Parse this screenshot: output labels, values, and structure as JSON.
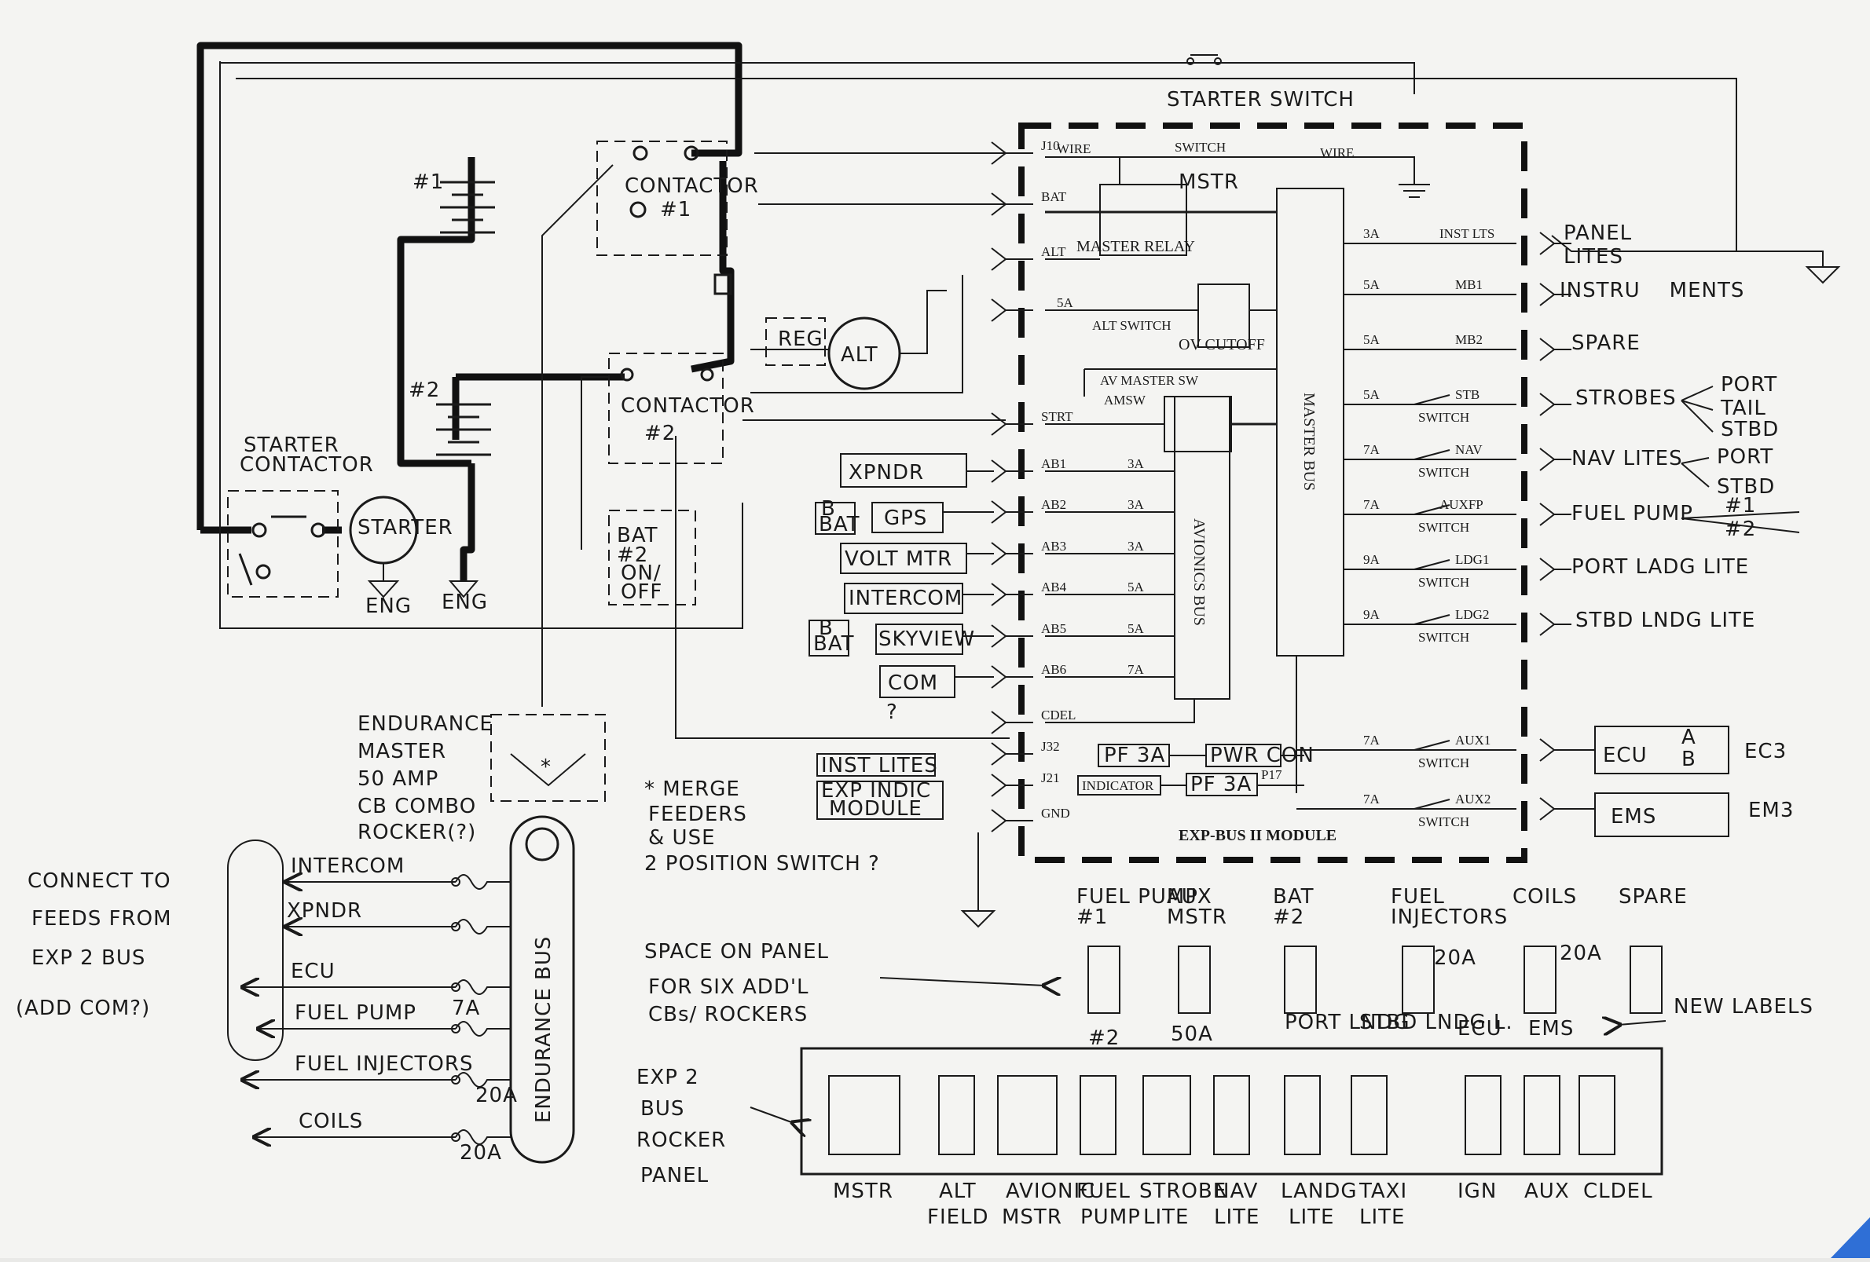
{
  "top": {
    "starter_switch": "STARTER SWITCH"
  },
  "left_circuit": {
    "battery1": "#1",
    "battery2": "#2",
    "contactor1": [
      "CONTACTOR",
      "#1"
    ],
    "contactor2": [
      "CONTACTOR",
      "#2"
    ],
    "reg": "REG",
    "alt": "ALT",
    "starter_contactor": [
      "STARTER",
      "CONTACTOR"
    ],
    "starter": "STARTER",
    "eng1": "ENG",
    "eng2": "ENG",
    "bat2_switch": [
      "BAT",
      "#2",
      "ON/",
      "OFF"
    ]
  },
  "module": {
    "title": "EXP-BUS II MODULE",
    "master_bus": "MASTER BUS",
    "avionics_bus": "AVIONICS BUS",
    "master_relay": "MASTER RELAY",
    "ov_cutoff": "OV CUTOFF",
    "wire": "WIRE",
    "switch": "SWITCH",
    "mstr": "MSTR",
    "alt_switch": "ALT SWITCH",
    "av_master_sw": "AV MASTER SW",
    "amsw": "AMSW",
    "left_pins": [
      "J10",
      "BAT",
      "ALT",
      "5A",
      "STRT",
      "AB1",
      "AB2",
      "AB3",
      "AB4",
      "AB5",
      "AB6",
      "CDEL",
      "J32",
      "J21",
      "GND"
    ],
    "av_amps": [
      "3A",
      "3A",
      "3A",
      "5A",
      "5A",
      "7A"
    ],
    "right_rows": [
      {
        "amp": "3A",
        "label": "INST LTS",
        "switch": ""
      },
      {
        "amp": "5A",
        "label": "MB1",
        "switch": ""
      },
      {
        "amp": "5A",
        "label": "MB2",
        "switch": ""
      },
      {
        "amp": "5A",
        "label": "STB",
        "switch": "SWITCH"
      },
      {
        "amp": "7A",
        "label": "NAV",
        "switch": "SWITCH"
      },
      {
        "amp": "7A",
        "label": "AUXFP",
        "switch": "SWITCH"
      },
      {
        "amp": "9A",
        "label": "LDG1",
        "switch": "SWITCH"
      },
      {
        "amp": "9A",
        "label": "LDG2",
        "switch": "SWITCH"
      },
      {
        "amp": "7A",
        "label": "AUX1",
        "switch": "SWITCH"
      },
      {
        "amp": "7A",
        "label": "AUX2",
        "switch": "SWITCH"
      }
    ],
    "pf1": "PF 3A",
    "pf2": "PF 3A",
    "pwr_con": "PWR CON",
    "indicator": "INDICATOR",
    "p17": "P17"
  },
  "outputs": {
    "panel_lites": [
      "PANEL",
      "LITES"
    ],
    "instruments": "INSTRU    MENTS",
    "spare": "SPARE",
    "strobes": "STROBES",
    "strobe_opts": [
      "PORT",
      "TAIL",
      "STBD"
    ],
    "nav_lites": "NAV LITES",
    "nav_opts": [
      "PORT",
      "STBD"
    ],
    "fuel_pump": "FUEL PUMP",
    "fuel_opts": [
      "#1",
      "#2"
    ],
    "port_ldg": "PORT LADG LITE",
    "stbd_ldg": "STBD LNDG LITE",
    "ecu": "ECU",
    "ecu_ab": [
      "A",
      "B"
    ],
    "ec3": "EC3",
    "ems": "EMS",
    "em3": "EM3"
  },
  "avionics_devices": {
    "xpndr": "XPNDR",
    "b_bat1": [
      "B",
      "BAT"
    ],
    "gps": "GPS",
    "volt_mtr": "VOLT MTR",
    "intercom": "INTERCOM",
    "b_bat2": [
      "B",
      "BAT"
    ],
    "skyview": "SKYVIEW",
    "com": "COM",
    "question": "?",
    "inst_lites": "INST LITES",
    "exp_indic": [
      "EXP INDIC",
      "MODULE"
    ]
  },
  "endurance": {
    "master_note": [
      "ENDURANCE",
      "MASTER",
      "50 AMP",
      "CB COMBO",
      "ROCKER(?)"
    ],
    "merge_note": [
      "* MERGE",
      "FEEDERS",
      "& USE",
      "2 POSITION SWITCH ?"
    ],
    "bus_label": "ENDURANCE BUS",
    "feeds": [
      "INTERCOM",
      "XPNDR",
      "ECU",
      "FUEL PUMP",
      "FUEL INJECTORS",
      "COILS"
    ],
    "feed_amps": [
      "",
      "",
      "",
      "7A",
      "20A",
      "20A"
    ],
    "connect_note": [
      "CONNECT TO",
      "FEEDS FROM",
      "EXP 2 BUS",
      "(ADD COM?)"
    ]
  },
  "panel": {
    "space_note": [
      "SPACE ON PANEL",
      "FOR SIX ADD'L",
      "CBs/ ROCKERS"
    ],
    "new_cbs": [
      "FUEL PUMP #1",
      "AUX MSTR",
      "BAT #2",
      "FUEL INJECTORS",
      "COILS",
      "SPARE"
    ],
    "cb_amps": [
      "20A",
      "20A"
    ],
    "cb_below": [
      "#2",
      "50A"
    ],
    "new_labels_row": [
      "PORT LNDG",
      "STBD LNDG L.",
      "ECU",
      "EMS"
    ],
    "new_labels_note": "NEW LABELS",
    "exp2_label": [
      "EXP 2",
      "BUS",
      "ROCKER",
      "PANEL"
    ],
    "rocker_labels_top": [
      "MSTR",
      "ALT",
      "AVIONIC",
      "FUEL",
      "STROBE",
      "NAV",
      "LANDG",
      "TAXI",
      "IGN",
      "AUX",
      "CLDEL"
    ],
    "rocker_labels_bottom": [
      "FIELD",
      "MSTR",
      "PUMP",
      "LITE",
      "LITE",
      "LITE",
      "LITE"
    ]
  }
}
